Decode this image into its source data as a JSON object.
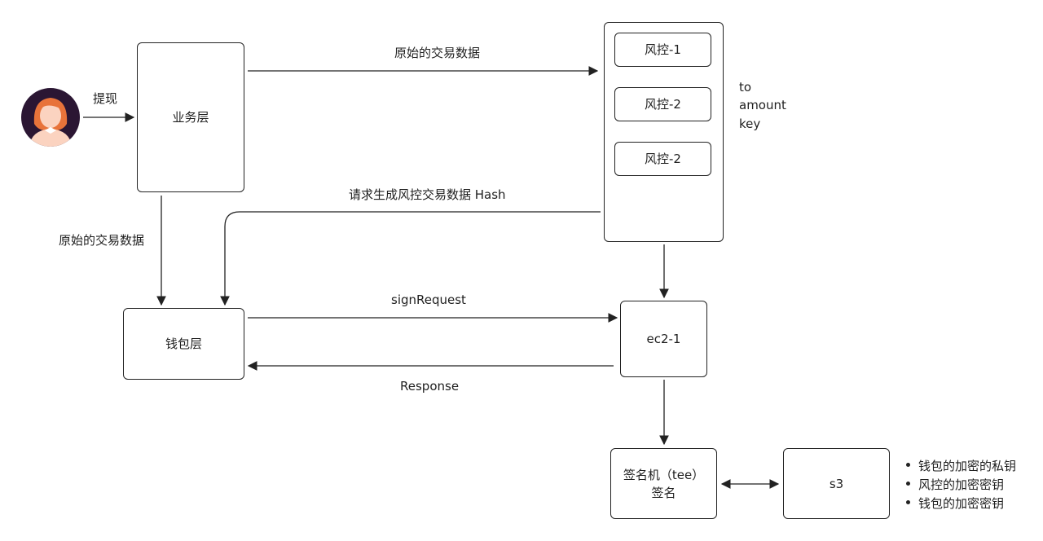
{
  "nodes": {
    "business": "业务层",
    "risk_group": {
      "items": [
        "风控-1",
        "风控-2",
        "风控-2"
      ]
    },
    "wallet": "钱包层",
    "ec2": "ec2-1",
    "signer_line1": "签名机（tee）",
    "signer_line2": "签名",
    "s3": "s3"
  },
  "edges": {
    "withdraw": "提现",
    "raw_tx_top": "原始的交易数据",
    "raw_tx_left": "原始的交易数据",
    "hash_request": "请求生成风控交易数据 Hash",
    "sign_request": "signRequest",
    "response": "Response"
  },
  "risk_fields": [
    "to",
    "amount",
    "key"
  ],
  "s3_contents": [
    "钱包的加密的私钥",
    "风控的加密密钥",
    "钱包的加密密钥"
  ],
  "colors": {
    "stroke": "#222222",
    "avatar_bg": "#2b1633",
    "hair": "#e8733a",
    "skin": "#fbd3c0"
  }
}
